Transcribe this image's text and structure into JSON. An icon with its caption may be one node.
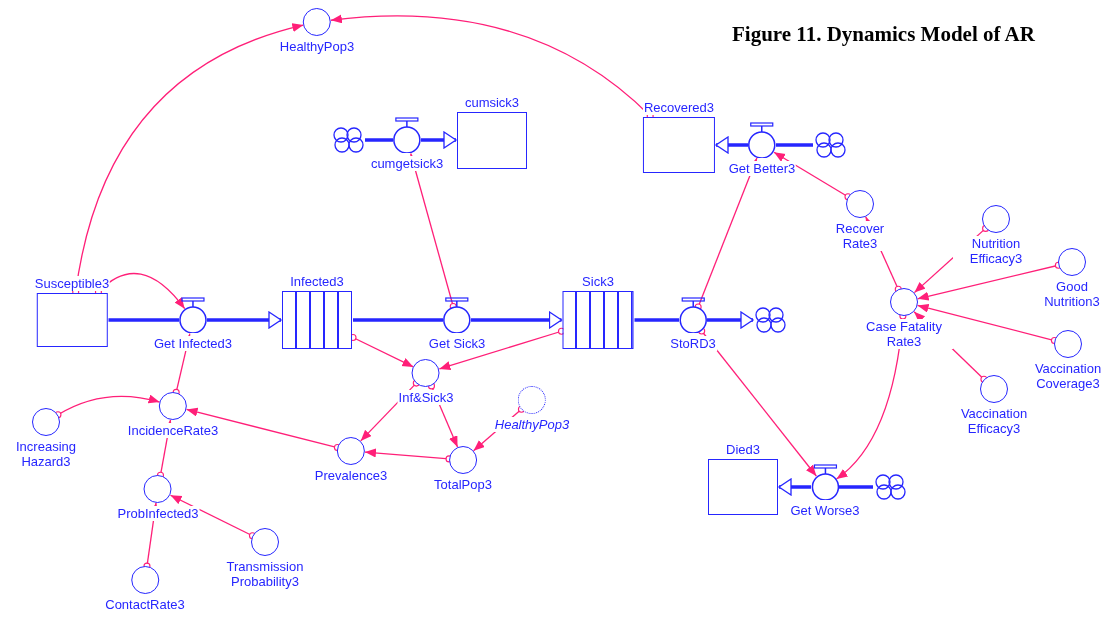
{
  "diagram": {
    "title": "Figure 11. Dynamics Model of AR",
    "nodes": [
      {
        "text": [
          "Susceptible3"
        ]
      },
      {
        "text": [
          "Infected3"
        ]
      },
      {
        "text": [
          "Sick3"
        ]
      },
      {
        "text": [
          "cumsick3"
        ]
      },
      {
        "text": [
          "Recovered3"
        ]
      },
      {
        "text": [
          "Died3"
        ]
      },
      {
        "text": [
          "Get Infected3"
        ]
      },
      {
        "text": [
          "Get Sick3"
        ]
      },
      {
        "text": [
          "StoRD3"
        ]
      },
      {
        "text": [
          "cumgetsick3"
        ]
      },
      {
        "text": [
          "Get Better3"
        ]
      },
      {
        "text": [
          "Get Worse3"
        ]
      },
      {
        "text": [],
        "shape": "cloud"
      },
      {
        "text": [],
        "shape": "cloud"
      },
      {
        "text": [],
        "shape": "cloud"
      },
      {
        "text": [],
        "shape": "cloud"
      },
      {
        "text": [
          "HealthyPop3"
        ]
      },
      {
        "text": [
          "IncidenceRate3"
        ]
      },
      {
        "text": [
          "Increasing Hazard3"
        ]
      },
      {
        "text": [
          "ProbInfected3"
        ]
      },
      {
        "text": [
          "ContactRate3"
        ]
      },
      {
        "text": [
          "Transmission Probability3"
        ]
      },
      {
        "text": [
          "Inf&Sick3"
        ]
      },
      {
        "text": [
          "Prevalence3"
        ]
      },
      {
        "text": [
          "TotalPop3"
        ]
      },
      {
        "text": [
          "HealthyPop3"
        ]
      },
      {
        "text": [
          "Recover Rate3"
        ]
      },
      {
        "text": [
          "Nutrition Efficacy3"
        ]
      },
      {
        "text": [
          "Good Nutrition3"
        ]
      },
      {
        "text": [
          "Case Fatality Rate3"
        ]
      },
      {
        "text": [
          "Vaccination Coverage3"
        ]
      },
      {
        "text": [
          "Vaccination Efficacy3"
        ]
      }
    ],
    "edges": [
      {
        "from": 0,
        "to": 6,
        "arrow": "none",
        "style": "thick",
        "color": "#2626ff"
      },
      {
        "from": 6,
        "to": 1,
        "arrow": "to",
        "style": "thick",
        "color": "#2626ff"
      },
      {
        "from": 1,
        "to": 7,
        "arrow": "none",
        "style": "thick",
        "color": "#2626ff"
      },
      {
        "from": 7,
        "to": 2,
        "arrow": "to",
        "style": "thick",
        "color": "#2626ff"
      },
      {
        "from": 2,
        "to": 8,
        "arrow": "none",
        "style": "thick",
        "color": "#2626ff"
      },
      {
        "from": 8,
        "to": 14,
        "arrow": "to",
        "style": "thick",
        "color": "#2626ff"
      },
      {
        "from": 12,
        "to": 9,
        "arrow": "none",
        "style": "thick",
        "color": "#2626ff"
      },
      {
        "from": 9,
        "to": 3,
        "arrow": "to",
        "style": "thick",
        "color": "#2626ff"
      },
      {
        "from": 13,
        "to": 10,
        "arrow": "none",
        "style": "thick",
        "color": "#2626ff"
      },
      {
        "from": 10,
        "to": 4,
        "arrow": "to",
        "style": "thick",
        "color": "#2626ff"
      },
      {
        "from": 15,
        "to": 11,
        "arrow": "none",
        "style": "thick",
        "color": "#2626ff"
      },
      {
        "from": 11,
        "to": 5,
        "arrow": "to",
        "style": "thick",
        "color": "#2626ff"
      },
      {
        "from": 0,
        "to": 16,
        "arrow": "to"
      },
      {
        "from": 4,
        "to": 16,
        "arrow": "to"
      },
      {
        "from": 0,
        "to": 6,
        "arrow": "to"
      },
      {
        "from": 7,
        "to": 9,
        "arrow": "to"
      },
      {
        "from": 8,
        "to": 10,
        "arrow": "to"
      },
      {
        "from": 26,
        "to": 10,
        "arrow": "to"
      },
      {
        "from": 29,
        "to": 26,
        "arrow": "to"
      },
      {
        "from": 27,
        "to": 29,
        "arrow": "to"
      },
      {
        "from": 28,
        "to": 29,
        "arrow": "to"
      },
      {
        "from": 30,
        "to": 29,
        "arrow": "to"
      },
      {
        "from": 31,
        "to": 29,
        "arrow": "to"
      },
      {
        "from": 29,
        "to": 11,
        "arrow": "to"
      },
      {
        "from": 8,
        "to": 11,
        "arrow": "to"
      },
      {
        "from": 1,
        "to": 22,
        "arrow": "to"
      },
      {
        "from": 2,
        "to": 22,
        "arrow": "to"
      },
      {
        "from": 22,
        "to": 23,
        "arrow": "to"
      },
      {
        "from": 22,
        "to": 24,
        "arrow": "to"
      },
      {
        "from": 25,
        "to": 24,
        "arrow": "to"
      },
      {
        "from": 24,
        "to": 23,
        "arrow": "to"
      },
      {
        "from": 23,
        "to": 17,
        "arrow": "to"
      },
      {
        "from": 18,
        "to": 17,
        "arrow": "to"
      },
      {
        "from": 17,
        "to": 6,
        "arrow": "to"
      },
      {
        "from": 19,
        "to": 17,
        "arrow": "to"
      },
      {
        "from": 20,
        "to": 19,
        "arrow": "to"
      },
      {
        "from": 21,
        "to": 19,
        "arrow": "to"
      }
    ]
  }
}
